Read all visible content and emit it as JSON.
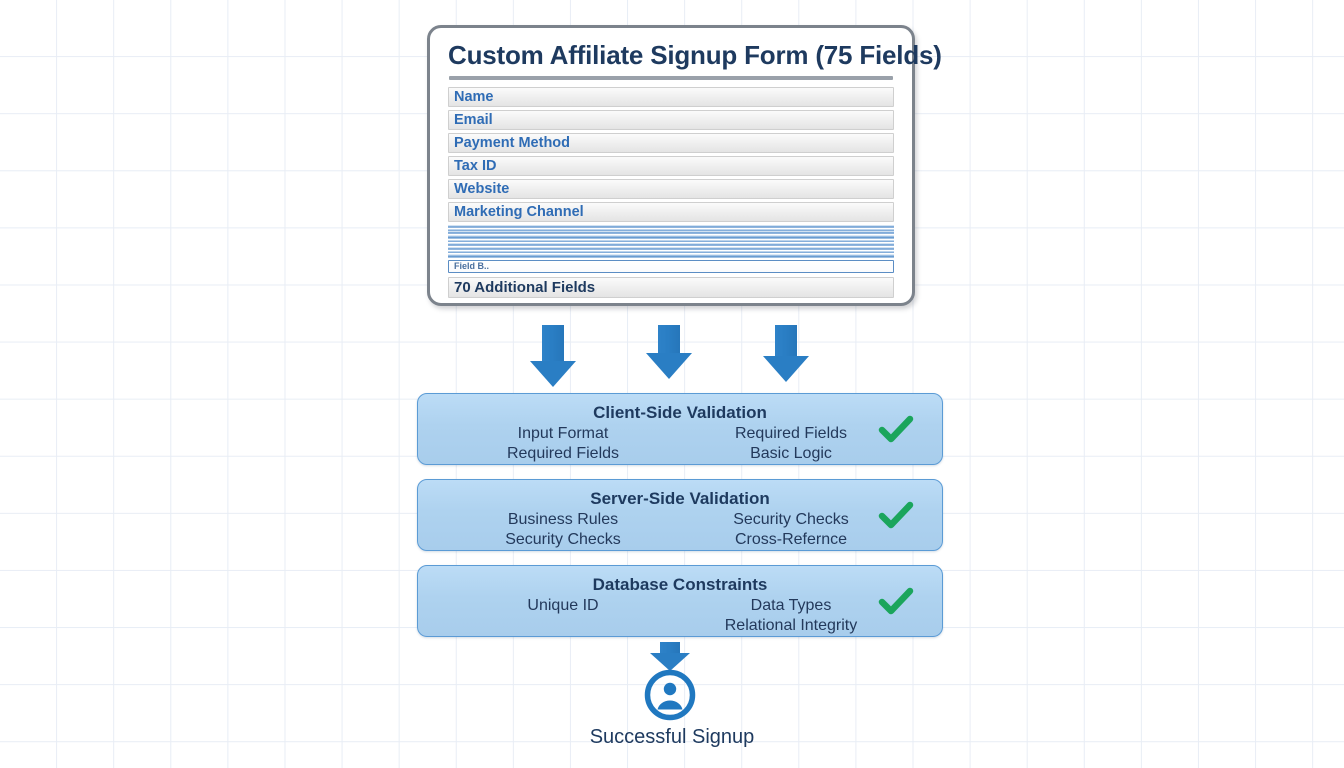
{
  "colors": {
    "accent_blue": "#2e82c8",
    "field_text": "#2f6cb5",
    "title_navy": "#1e3a5f",
    "box_fill": "#aed2ef",
    "box_border": "#5b9bd5",
    "check_green": "#1ba55c",
    "grid_line": "#e8edf5"
  },
  "form": {
    "title": "Custom Affiliate Signup Form (75 Fields)",
    "fields": [
      "Name",
      "Email",
      "Payment Method",
      "Tax ID",
      "Website",
      "Marketing Channel"
    ],
    "truncated_field": "Field B..",
    "summary_row": "70 Additional Fields",
    "compressed_row_count": 9
  },
  "flow": {
    "arrows_top": [
      {
        "name": "arrow-to-client-validation-1"
      },
      {
        "name": "arrow-to-client-validation-2"
      },
      {
        "name": "arrow-to-client-validation-3"
      }
    ],
    "arrow_bottom": {
      "name": "arrow-to-success"
    }
  },
  "stages": [
    {
      "title": "Client-Side Validation",
      "items": [
        "Input Format",
        "Required Fields",
        "Required Fields",
        "Basic Logic"
      ],
      "status": "passed",
      "status_icon": "check-icon"
    },
    {
      "title": "Server-Side Validation",
      "items": [
        "Business Rules",
        "Security Checks",
        "Security Checks",
        "Cross-Refernce"
      ],
      "status": "passed",
      "status_icon": "check-icon"
    },
    {
      "title": "Database Constraints",
      "items": [
        "Unique ID",
        "Data Types",
        "",
        "Relational Integrity"
      ],
      "status": "passed",
      "status_icon": "check-icon"
    }
  ],
  "success": {
    "label": "Successful Signup",
    "icon": "user-circle-icon"
  }
}
